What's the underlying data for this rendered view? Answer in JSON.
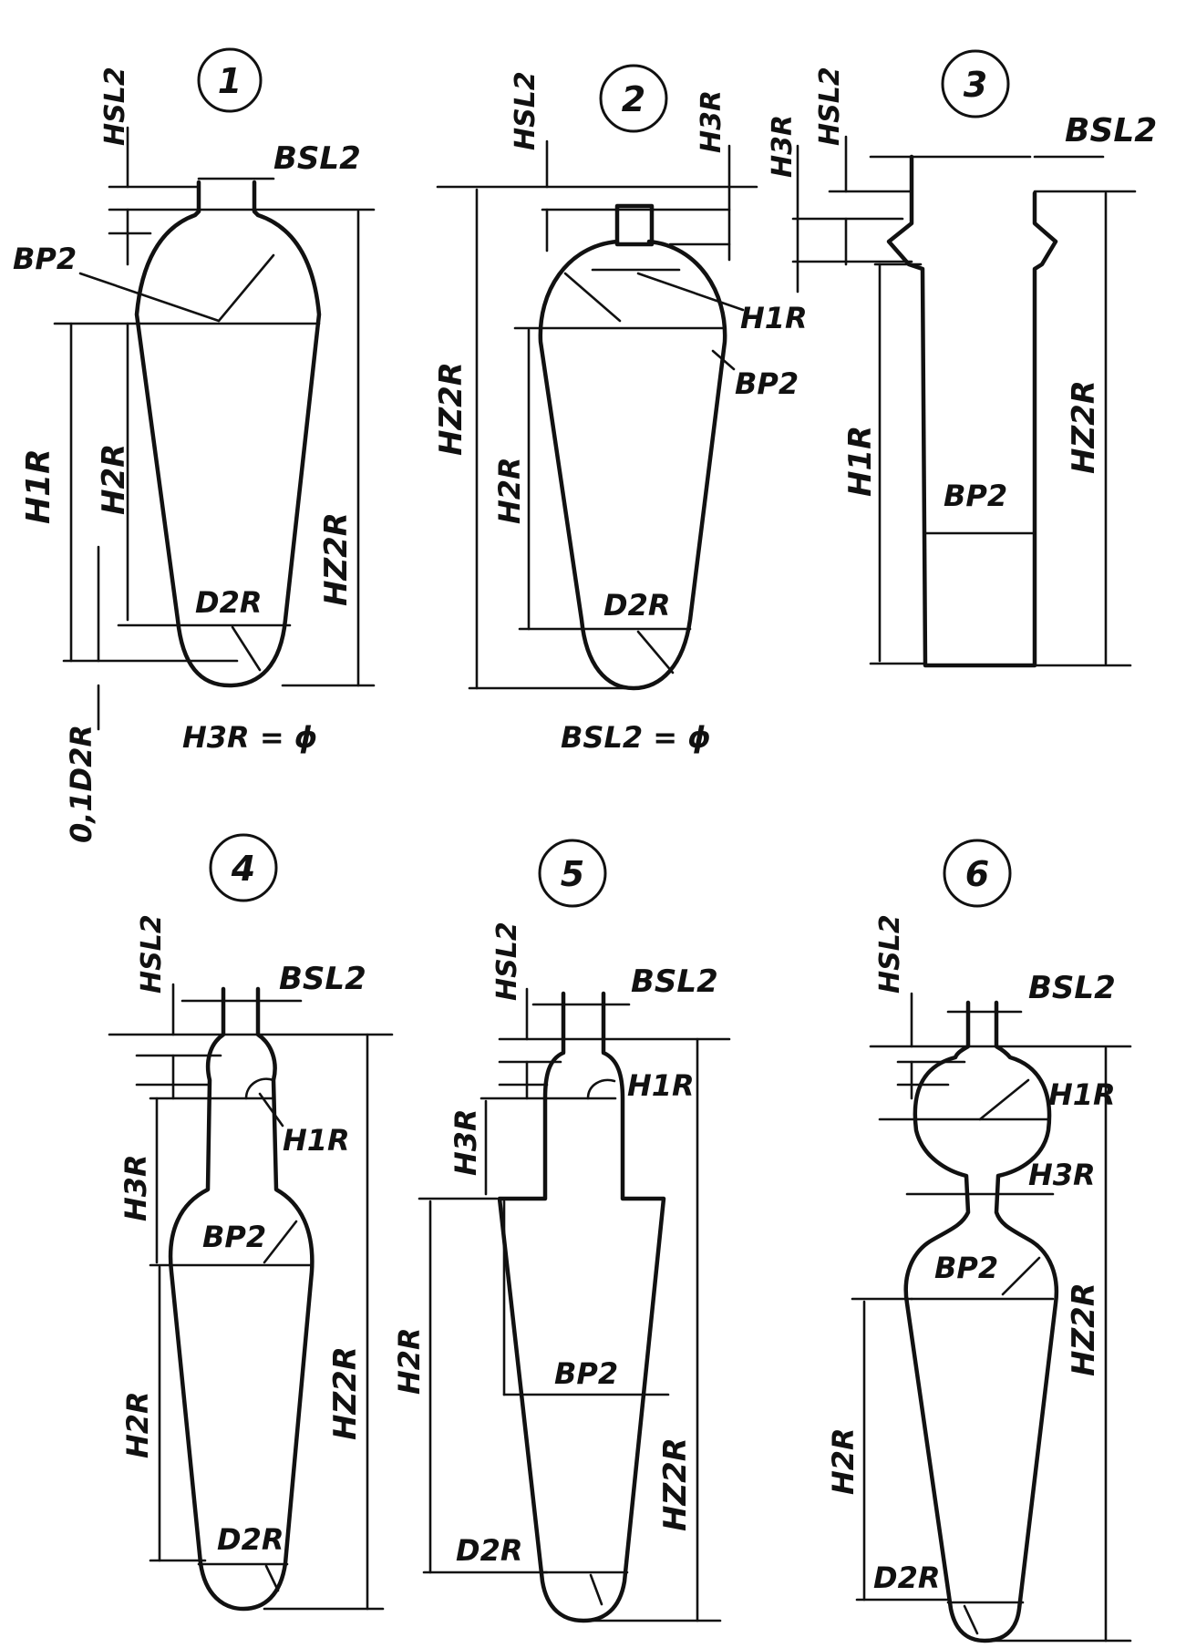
{
  "figures": [
    {
      "number": "1",
      "labels": {
        "hsl2": "HSL2",
        "bsl2": "BSL2",
        "bp2": "BP2",
        "h1r": "H1R",
        "h2r": "H2R",
        "hz2r": "HZ2R",
        "d2r": "D2R",
        "offset": "0,1D2R",
        "note": "H3R = ϕ"
      }
    },
    {
      "number": "2",
      "labels": {
        "hsl2": "HSL2",
        "h3r": "H3R",
        "h1r": "H1R",
        "bp2": "BP2",
        "hz2r": "HZ2R",
        "h2r": "H2R",
        "d2r": "D2R",
        "note": "BSL2 = ϕ"
      }
    },
    {
      "number": "3",
      "labels": {
        "h3r": "H3R",
        "hsl2": "HSL2",
        "bsl2": "BSL2",
        "h1r": "H1R",
        "bp2": "BP2",
        "hz2r": "HZ2R"
      }
    },
    {
      "number": "4",
      "labels": {
        "hsl2": "HSL2",
        "bsl2": "BSL2",
        "h1r": "H1R",
        "h3r": "H3R",
        "bp2": "BP2",
        "h2r": "H2R",
        "hz2r": "HZ2R",
        "d2r": "D2R"
      }
    },
    {
      "number": "5",
      "labels": {
        "hsl2": "HSL2",
        "bsl2": "BSL2",
        "h1r": "H1R",
        "h3r": "H3R",
        "h2r": "H2R",
        "bp2": "BP2",
        "hz2r": "HZ2R",
        "d2r": "D2R"
      }
    },
    {
      "number": "6",
      "labels": {
        "hsl2": "HSL2",
        "bsl2": "BSL2",
        "h1r": "H1R",
        "h3r": "H3R",
        "bp2": "BP2",
        "h2r": "H2R",
        "hz2r": "HZ2R",
        "d2r": "D2R"
      }
    }
  ]
}
